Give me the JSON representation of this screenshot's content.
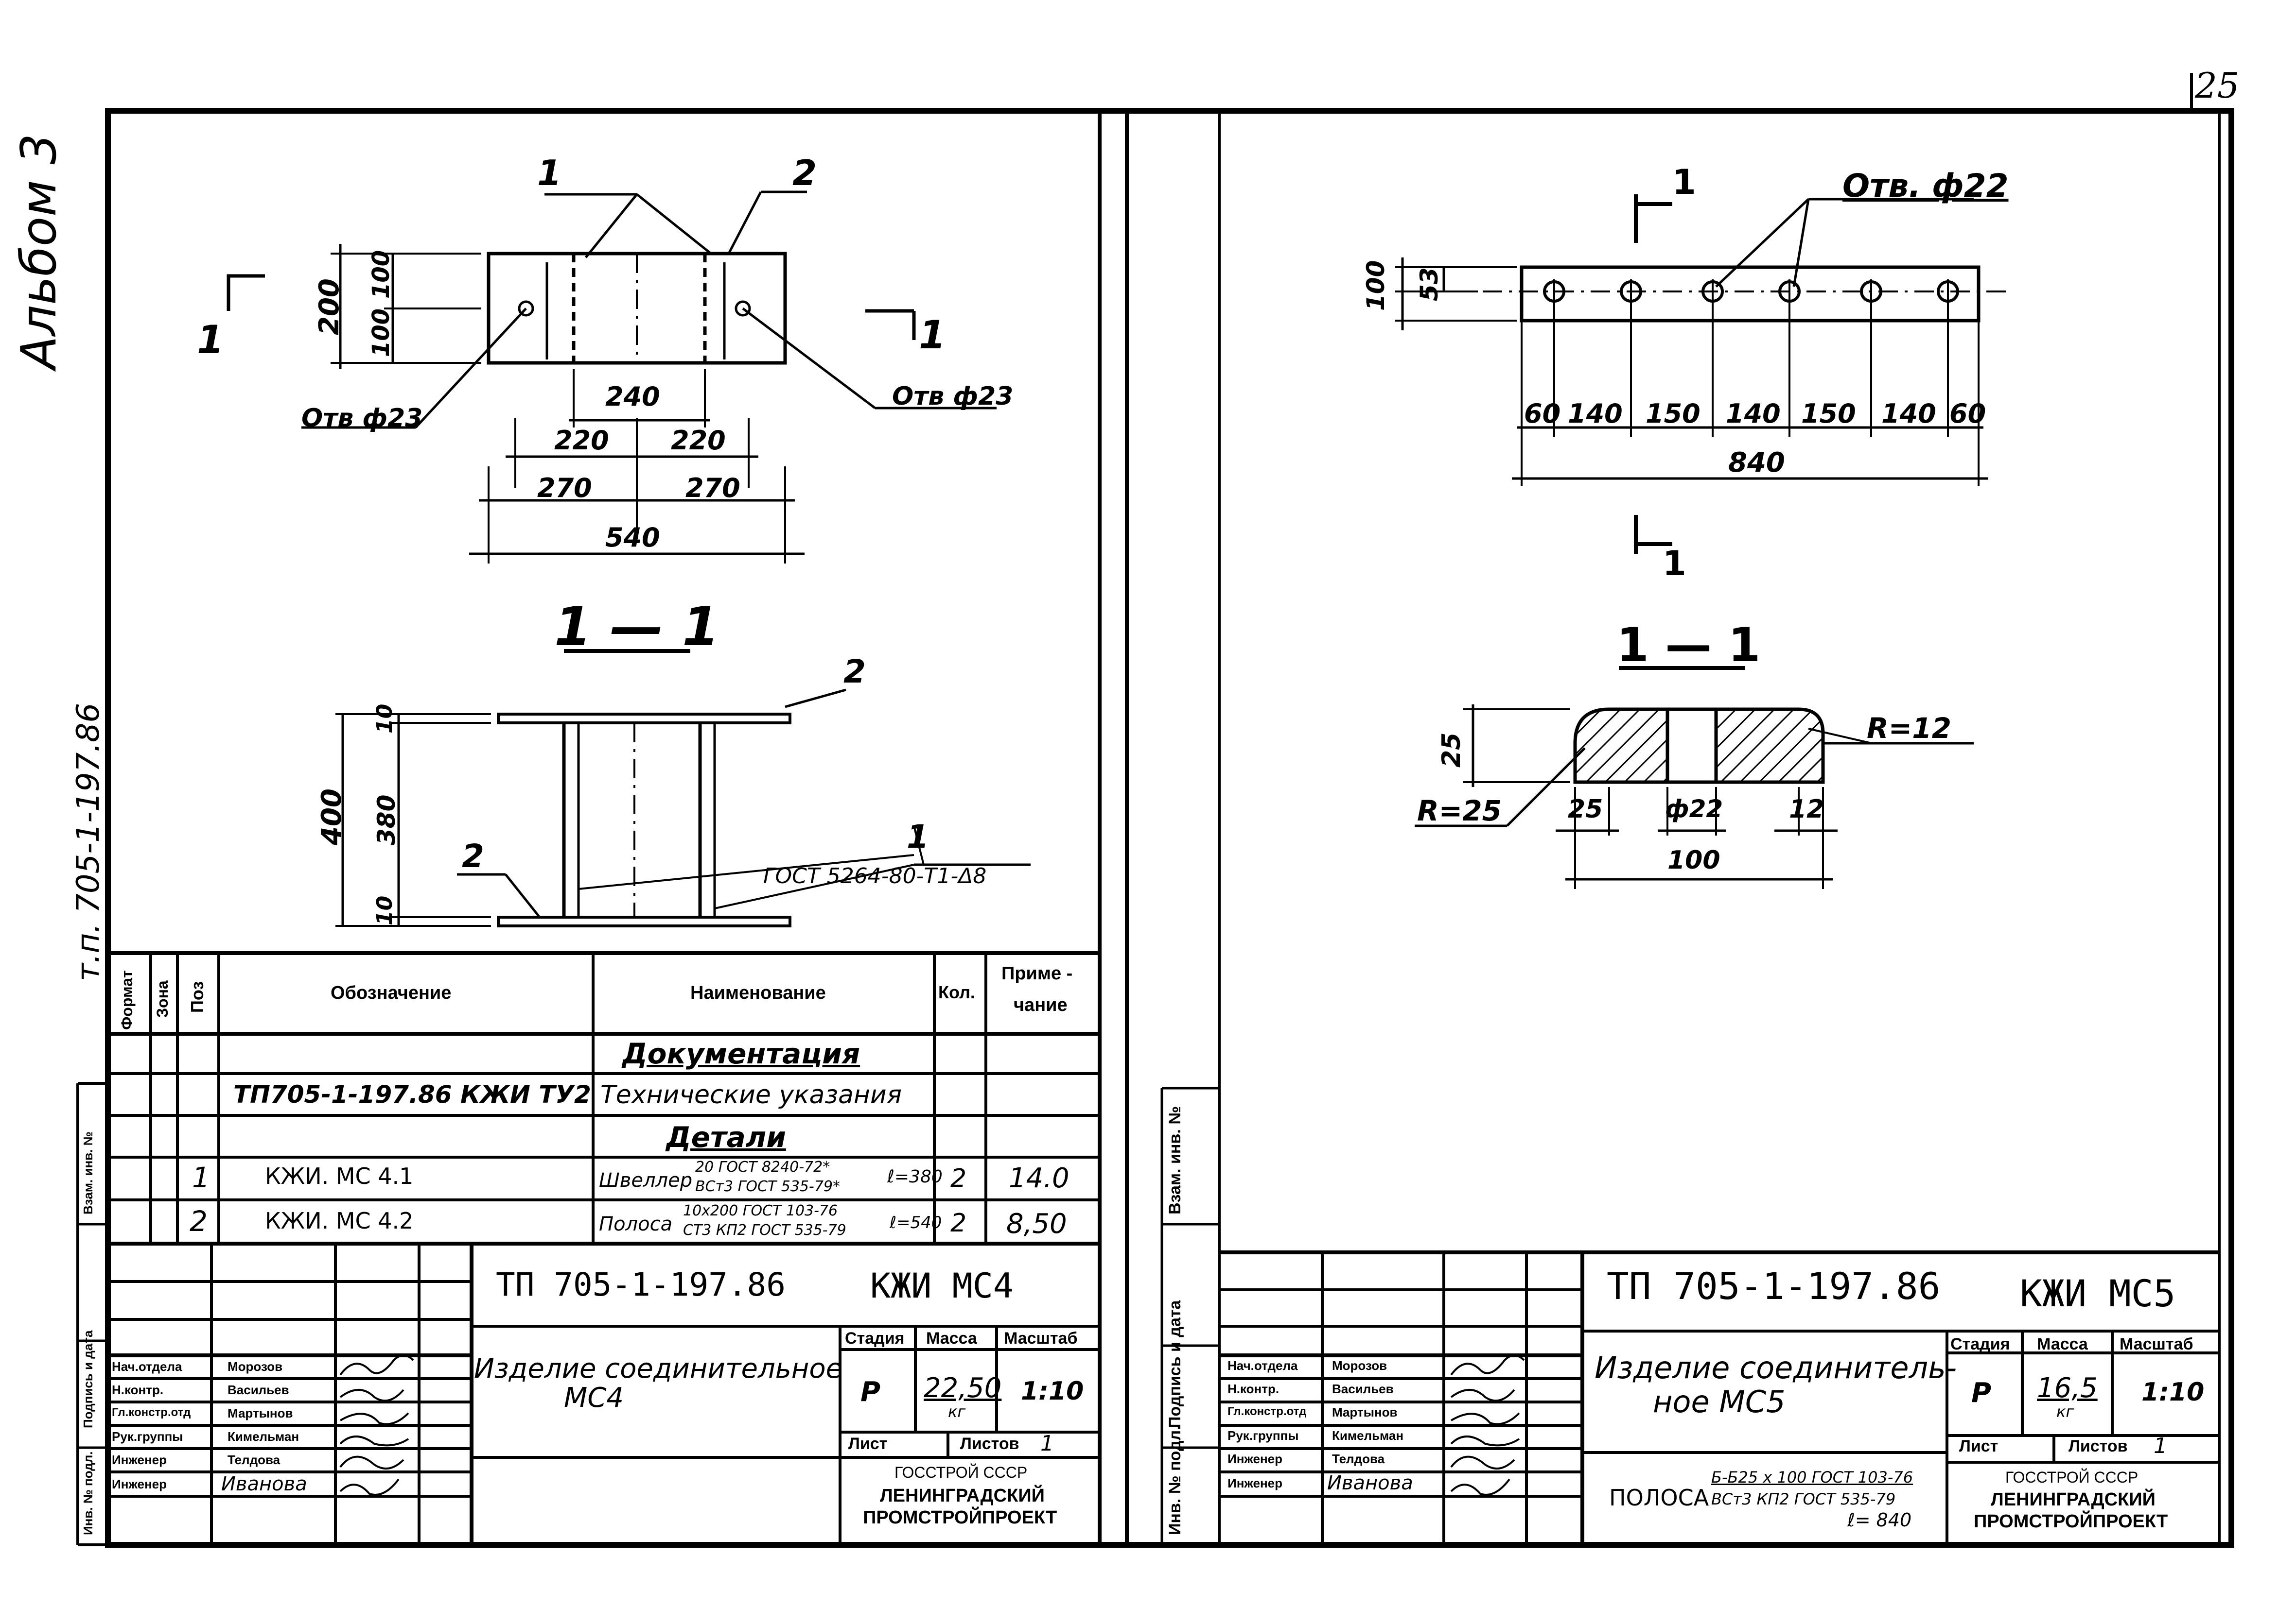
{
  "page_number": "25",
  "margin": {
    "album": "Альбом 3",
    "code": "т.п. 705-1-197.86"
  },
  "side_columns": {
    "inv_podl": "Инв. № подл.",
    "podpis_data": "Подпись и дата",
    "vzam_inv": "Взам. инв. №"
  },
  "left": {
    "plan": {
      "callout1": "1",
      "callout2": "2",
      "sec_left": "1",
      "sec_right": "1",
      "dim_200": "200",
      "dim_100a": "100",
      "dim_100b": "100",
      "hole_left": "Отв ф23",
      "hole_right": "Отв ф23",
      "dim_240": "240",
      "dim_220a": "220",
      "dim_220b": "220",
      "dim_270a": "270",
      "dim_270b": "270",
      "dim_540": "540"
    },
    "section": {
      "title": "1 — 1",
      "callout2_top": "2",
      "callout2_bottom": "2",
      "callout1": "1",
      "dim_400": "400",
      "dim_10a": "10",
      "dim_380": "380",
      "dim_10b": "10",
      "gost": "ГОСТ 5264-80-Т1-Δ8"
    },
    "spec": {
      "headers": {
        "format": "Формат",
        "zone": "Зона",
        "pos": "Поз",
        "designation": "Обозначение",
        "name": "Наименование",
        "qty": "Кол.",
        "note1": "Приме -",
        "note2": "чание"
      },
      "section_doc": "Документация",
      "doc_row": {
        "designation": "ТП705-1-197.86 КЖИ ТУ2",
        "name": "Технические указания"
      },
      "section_parts": "Детали",
      "rows": [
        {
          "pos": "1",
          "designation": "КЖИ. МС 4.1",
          "name_main": "Швеллер",
          "name_top": "20 ГОСТ 8240-72*",
          "name_bot": "ВСт3 ГОСТ 535-79*",
          "length": "ℓ=380",
          "qty": "2",
          "note": "14.0"
        },
        {
          "pos": "2",
          "designation": "КЖИ. МС 4.2",
          "name_main": "Полоса",
          "name_top": "10x200 ГОСТ 103-76",
          "name_bot": "СТ3 КП2 ГОСТ 535-79",
          "length": "ℓ=540",
          "qty": "2",
          "note": "8,50"
        }
      ]
    },
    "stamp": {
      "code": "ТП 705-1-197.86",
      "mark": "КЖИ МС4",
      "title1": "Изделие соединительное",
      "title2": "МС4",
      "stage_label": "Стадия",
      "mass_label": "Масса",
      "scale_label": "Масштаб",
      "stage": "Р",
      "mass": "22,50",
      "mass_unit": "кг",
      "scale": "1:10",
      "sheet_label": "Лист",
      "sheets_label": "Листов",
      "sheets": "1",
      "org1": "ГОССТРОЙ СССР",
      "org2": "ЛЕНИНГРАДСКИЙ",
      "org3": "ПРОМСТРОЙПРОЕКТ",
      "people": [
        {
          "role": "Нач.отдела",
          "name": "Морозов"
        },
        {
          "role": "Н.контр.",
          "name": "Васильев"
        },
        {
          "role": "Гл.констр.отд",
          "name": "Мартынов"
        },
        {
          "role": "Рук.группы",
          "name": "Кимельман"
        },
        {
          "role": "Инженер",
          "name": "Телдова"
        },
        {
          "role": "Инженер",
          "name": "Иванова"
        }
      ]
    }
  },
  "right": {
    "plan": {
      "sec_top": "1",
      "sec_bottom": "1",
      "hole": "Отв. ф22",
      "dim_100": "100",
      "dim_53": "53",
      "spacing": [
        "60",
        "140",
        "150",
        "140",
        "150",
        "140",
        "60"
      ],
      "dim_840": "840"
    },
    "section": {
      "title": "1 — 1",
      "dim_25v": "25",
      "r12": "R=12",
      "r25": "R=25",
      "dim_25": "25",
      "dim_22": "ф22",
      "dim_12": "12",
      "dim_100": "100"
    },
    "stamp": {
      "code": "ТП 705-1-197.86",
      "mark": "КЖИ МС5",
      "title1": "Изделие соединитель-",
      "title2": "ное МС5",
      "stage_label": "Стадия",
      "mass_label": "Масса",
      "scale_label": "Масштаб",
      "stage": "Р",
      "mass": "16,5",
      "mass_unit": "кг",
      "scale": "1:10",
      "sheet_label": "Лист",
      "sheets_label": "Листов",
      "sheets": "1",
      "org1": "ГОССТРОЙ СССР",
      "org2": "ЛЕНИНГРАДСКИЙ",
      "org3": "ПРОМСТРОЙПРОЕКТ",
      "material_label": "ПОЛОСА",
      "material_top": "Б-Б25 x 100 ГОСТ 103-76",
      "material_bot": "ВСт3 КП2 ГОСТ 535-79",
      "material_len": "ℓ= 840",
      "people": [
        {
          "role": "Нач.отдела",
          "name": "Морозов"
        },
        {
          "role": "Н.контр.",
          "name": "Васильев"
        },
        {
          "role": "Гл.констр.отд",
          "name": "Мартынов"
        },
        {
          "role": "Рук.группы",
          "name": "Кимельман"
        },
        {
          "role": "Инженер",
          "name": "Телдова"
        },
        {
          "role": "Инженер",
          "name": "Иванова"
        }
      ]
    }
  }
}
